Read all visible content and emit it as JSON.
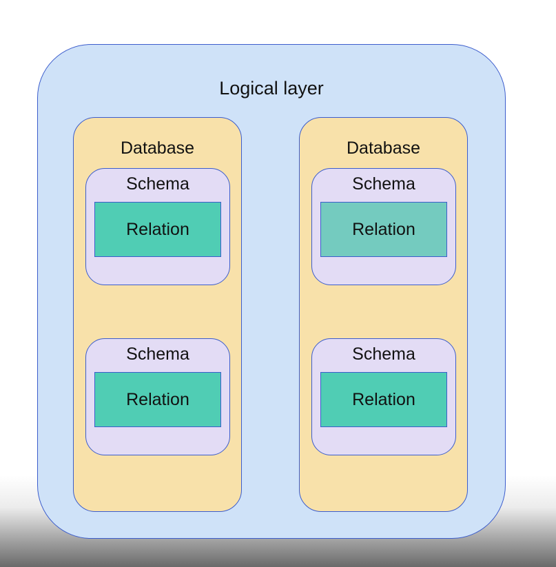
{
  "logical_layer": {
    "title": "Logical layer",
    "databases": [
      {
        "title": "Database",
        "schemas": [
          {
            "title": "Schema",
            "relation": "Relation"
          },
          {
            "title": "Schema",
            "relation": "Relation"
          }
        ]
      },
      {
        "title": "Database",
        "schemas": [
          {
            "title": "Schema",
            "relation": "Relation"
          },
          {
            "title": "Schema",
            "relation": "Relation"
          }
        ]
      }
    ]
  },
  "colors": {
    "logical_layer_fill": "#cfe2f8",
    "database_fill": "#f8e1aa",
    "schema_fill": "#e3dcf5",
    "relation_fill": "#50cdb4",
    "relation_fill_alt": "#74cbbf",
    "outline": "#3b5ccc"
  }
}
